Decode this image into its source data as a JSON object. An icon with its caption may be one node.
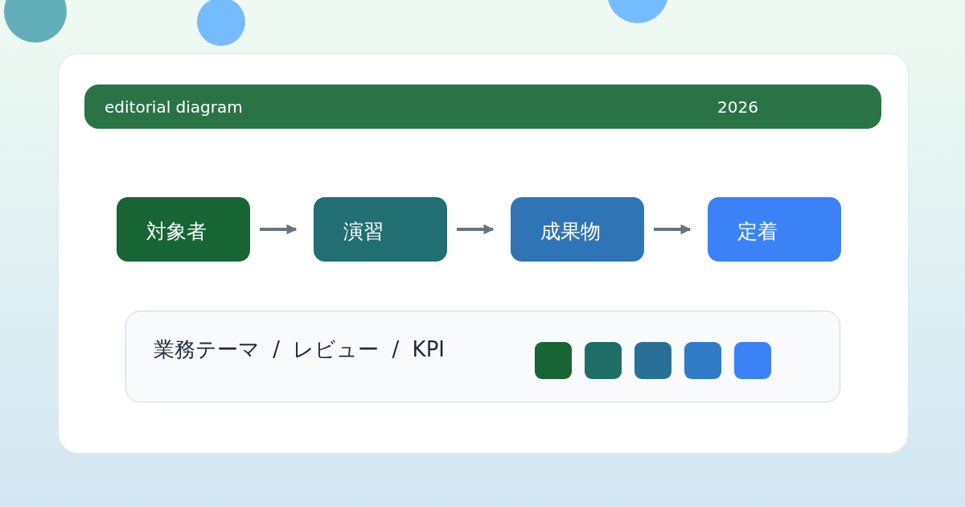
{
  "diagram": {
    "nodes": [
      {
        "text": [
          "editorial diagram",
          "2026"
        ]
      },
      {
        "text": [
          "対象者"
        ]
      },
      {
        "text": [
          "演習"
        ]
      },
      {
        "text": [
          "成果物"
        ]
      },
      {
        "text": [
          "定着"
        ]
      },
      {
        "text": [
          "業務テーマ / レビュー / KPI"
        ]
      },
      {
        "text": [],
        "shape": "box",
        "in": 5
      },
      {
        "text": [],
        "shape": "box",
        "in": 5
      },
      {
        "text": [],
        "shape": "box",
        "in": 5
      },
      {
        "text": [],
        "shape": "box",
        "in": 5
      },
      {
        "text": [],
        "shape": "box",
        "in": 5
      }
    ],
    "edges": [
      {
        "from": 1,
        "to": 2,
        "arrow": "to"
      },
      {
        "from": 2,
        "to": 3,
        "arrow": "to"
      },
      {
        "from": 3,
        "to": 4,
        "arrow": "to"
      }
    ]
  }
}
